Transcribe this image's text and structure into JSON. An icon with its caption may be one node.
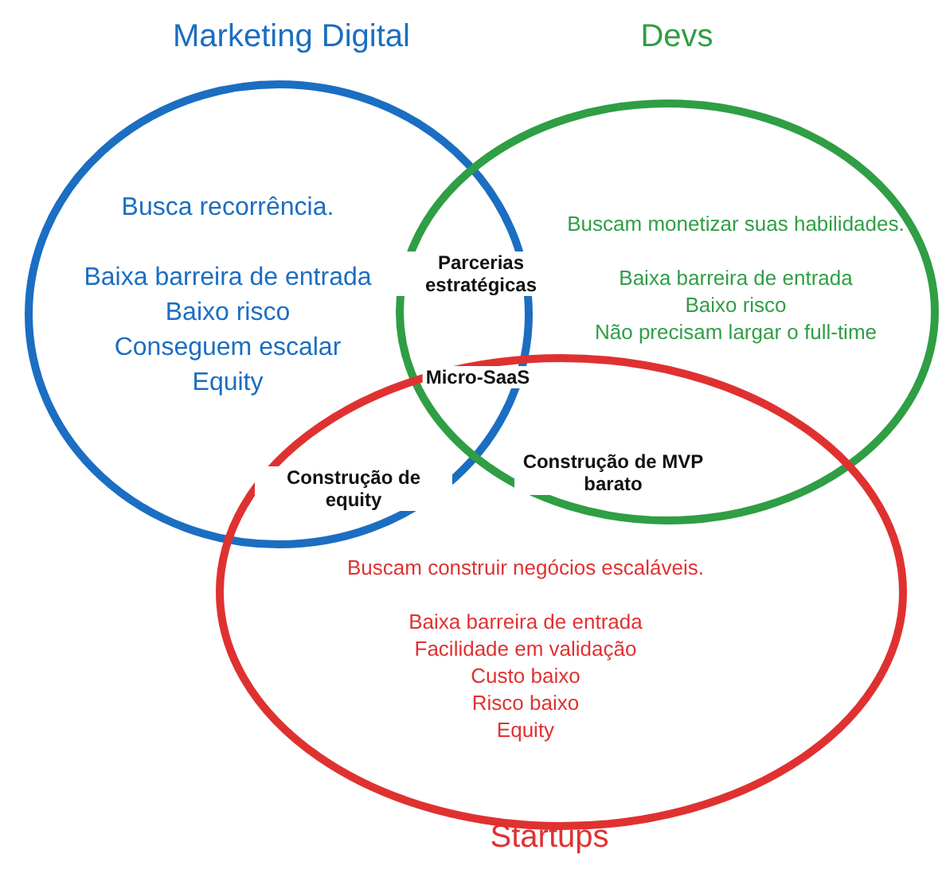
{
  "diagram": {
    "nodes": [
      {
        "text": [
          "Marketing Digital",
          "Busca recorrência.",
          "Baixa barreira de entrada",
          "Baixo risco",
          "Conseguem escalar",
          "Equity"
        ]
      },
      {
        "text": [
          "Devs",
          "Buscam monetizar suas habilidades.",
          "Baixa barreira de entrada",
          "Baixo risco",
          "Não precisam largar o full-time"
        ]
      },
      {
        "text": [
          "Startups",
          "Buscam construir negócios escaláveis.",
          "Baixa barreira de entrada",
          "Facilidade em validação",
          "Custo baixo",
          "Risco baixo",
          "Equity"
        ]
      }
    ],
    "edges": [],
    "labels": [
      "Parcerias estratégicas",
      "Micro-SaaS",
      "Construção de equity",
      "Construção de MVP barato"
    ]
  }
}
